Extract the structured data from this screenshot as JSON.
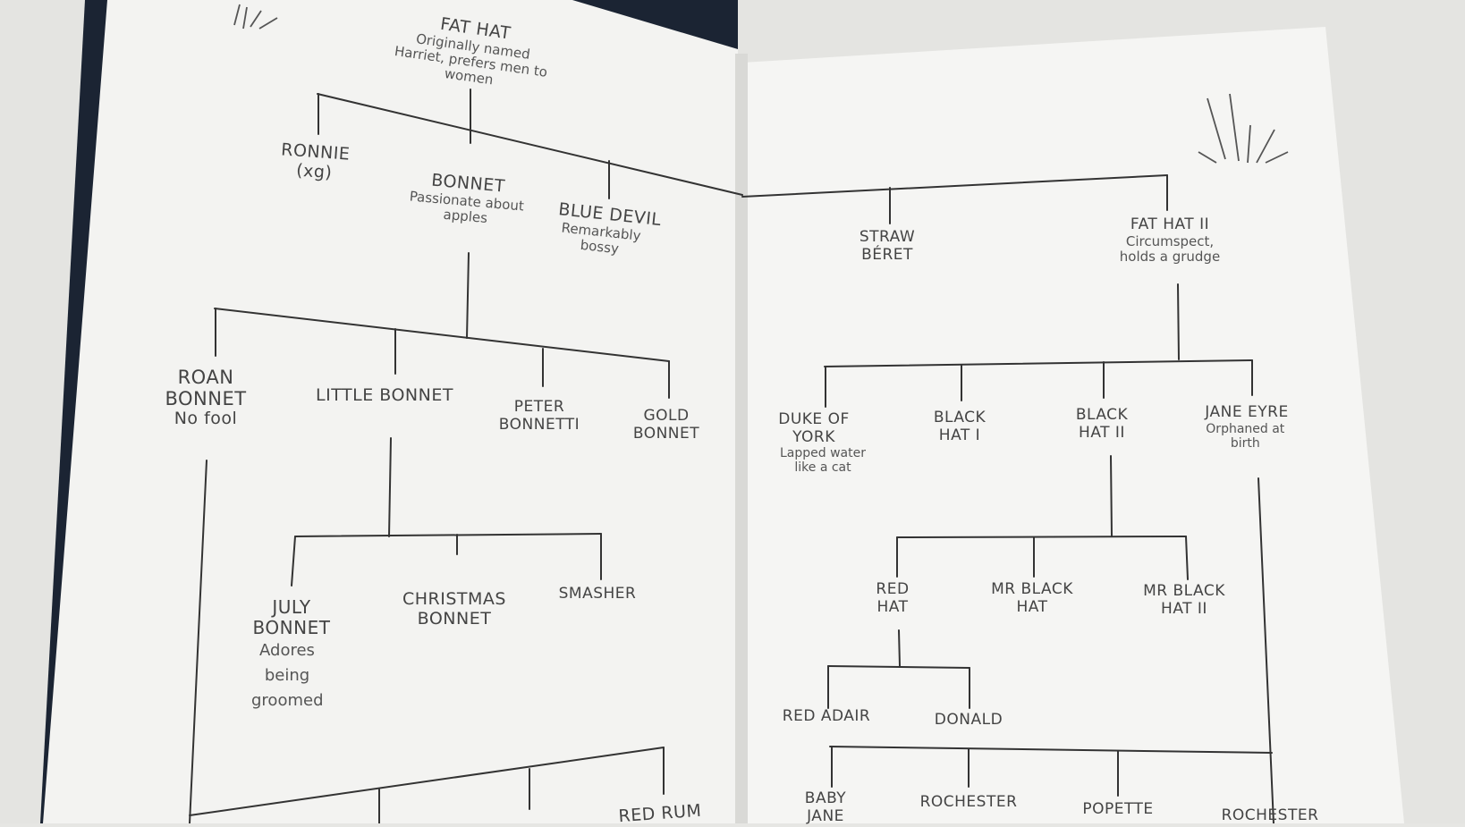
{
  "tree": {
    "left_page": {
      "root": {
        "name": "FAT HAT",
        "note": "Originally named Harriet, prefers men to women"
      },
      "gen1": [
        {
          "name": "RONNIE",
          "note": "(xg)"
        },
        {
          "name": "BONNET",
          "note": "Passionate about apples"
        },
        {
          "name": "BLUE DEVIL",
          "note": "Remarkably bossy"
        }
      ],
      "gen2": [
        {
          "name": "ROAN BONNET",
          "note": "No fool"
        },
        {
          "name": "LITTLE BONNET",
          "note": ""
        },
        {
          "name": "PETER BONNETTI",
          "note": ""
        },
        {
          "name": "GOLD BONNET",
          "note": ""
        }
      ],
      "gen3": [
        {
          "name": "JULY BONNET",
          "note": "Adores being groomed"
        },
        {
          "name": "CHRISTMAS BONNET",
          "note": ""
        },
        {
          "name": "SMASHER",
          "note": ""
        }
      ],
      "gen4_partial": [
        {
          "name": "RED RUM"
        }
      ]
    },
    "right_page": {
      "gen1": [
        {
          "name": "STRAW BÉRET",
          "note": ""
        },
        {
          "name": "FAT HAT II",
          "note": "Circumspect, holds a grudge"
        }
      ],
      "gen2": [
        {
          "name": "DUKE OF YORK",
          "note": "Lapped water like a cat"
        },
        {
          "name": "BLACK HAT I",
          "note": ""
        },
        {
          "name": "BLACK HAT II",
          "note": ""
        },
        {
          "name": "JANE EYRE",
          "note": "Orphaned at birth"
        }
      ],
      "gen3": [
        {
          "name": "RED HAT",
          "note": ""
        },
        {
          "name": "MR BLACK HAT",
          "note": ""
        },
        {
          "name": "MR BLACK HAT II",
          "note": ""
        }
      ],
      "gen4": [
        {
          "name": "RED ADAIR"
        },
        {
          "name": "DONALD"
        }
      ],
      "gen5_partial": [
        {
          "name": "BABY JANE"
        },
        {
          "name": "ROCHESTER"
        },
        {
          "name": "POPETTE"
        },
        {
          "name": "ROCHESTER"
        }
      ]
    }
  }
}
